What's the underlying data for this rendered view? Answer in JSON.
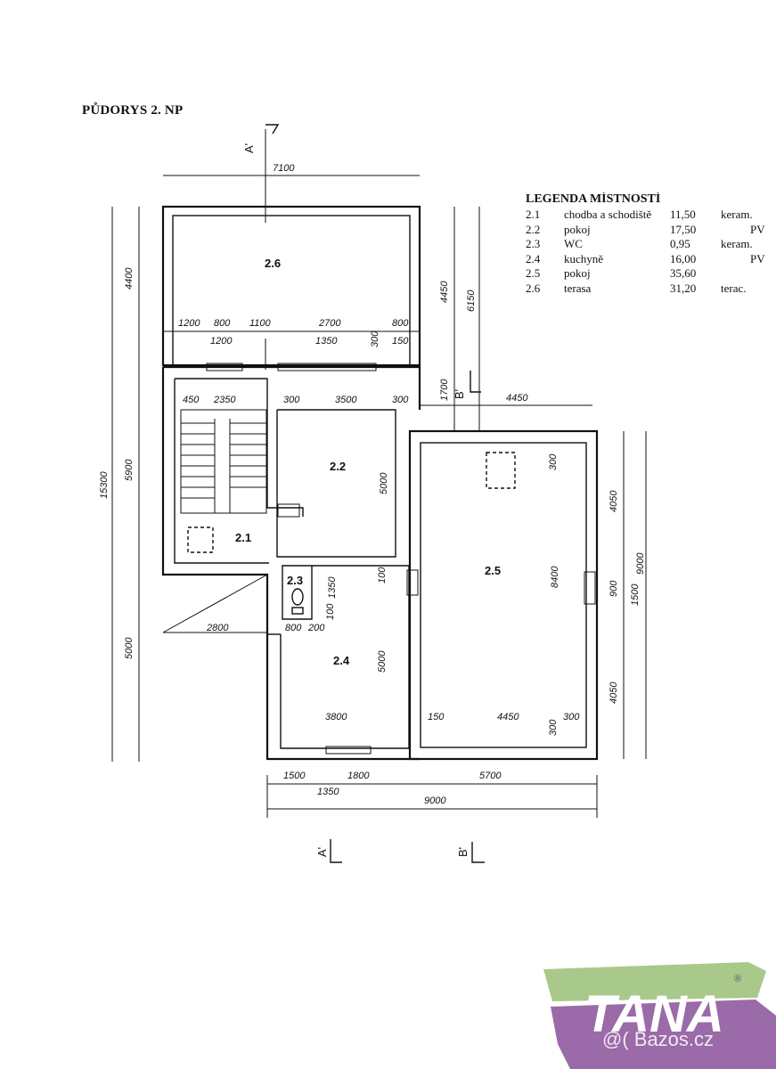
{
  "title": "PŮDORYS 2. NP",
  "legend": {
    "heading": "LEGENDA MÍSTNOSTÍ",
    "rows": [
      {
        "no": "2.1",
        "name": "chodba a schodiště",
        "area": "11,50",
        "floor": "keram."
      },
      {
        "no": "2.2",
        "name": "pokoj",
        "area": "17,50",
        "floor": "PV"
      },
      {
        "no": "2.3",
        "name": "WC",
        "area": "0,95",
        "floor": "keram."
      },
      {
        "no": "2.4",
        "name": "kuchyně",
        "area": "16,00",
        "floor": "PV"
      },
      {
        "no": "2.5",
        "name": "pokoj",
        "area": "35,60",
        "floor": ""
      },
      {
        "no": "2.6",
        "name": "terasa",
        "area": "31,20",
        "floor": "terac."
      }
    ]
  },
  "rooms": {
    "r21": "2.1",
    "r22": "2.2",
    "r23": "2.3",
    "r24": "2.4",
    "r25": "2.5",
    "r26": "2.6"
  },
  "sections": {
    "a_top": "A'",
    "a_bottom": "A'",
    "b_mid": "B'",
    "b_bottom": "B'"
  },
  "dims": {
    "top_7100": "7100",
    "left_4400": "4400",
    "left_5900": "5900",
    "left_15300": "15300",
    "left_5000": "5000",
    "t_1200a": "1200",
    "t_800a": "800",
    "t_1100": "1100",
    "t_2700": "2700",
    "t_800b": "800",
    "t_1200b": "1200",
    "t_1350": "1350",
    "t_300": "300",
    "t_150": "150",
    "r_4450": "4450",
    "r_6150": "6150",
    "r_1700": "1700",
    "r_4450h": "4450",
    "c_450": "450",
    "c_2350": "2350",
    "c_300a": "300",
    "c_3500": "3500",
    "c_300b": "300",
    "c_5000a": "5000",
    "c_300c": "300",
    "c_8400": "8400",
    "c_100a": "100",
    "c_1350": "1350",
    "c_100b": "100",
    "c_2800": "2800",
    "c_800": "800",
    "c_200": "200",
    "c_5000b": "5000",
    "c_3800": "3800",
    "c_150": "150",
    "c_4450": "4450",
    "c_300d": "300",
    "c_300e": "300",
    "fr_4050a": "4050",
    "fr_900": "900",
    "fr_1500": "1500",
    "fr_9000": "9000",
    "fr_4050b": "4050",
    "b_1500": "1500",
    "b_1800": "1800",
    "b_5700": "5700",
    "b_1350": "1350",
    "b_9000": "9000"
  },
  "logo": {
    "text": "TANA",
    "reg": "®",
    "watermark": "@( Bazos.cz",
    "green": "#a8c98a",
    "purple": "#9b6aa8"
  }
}
